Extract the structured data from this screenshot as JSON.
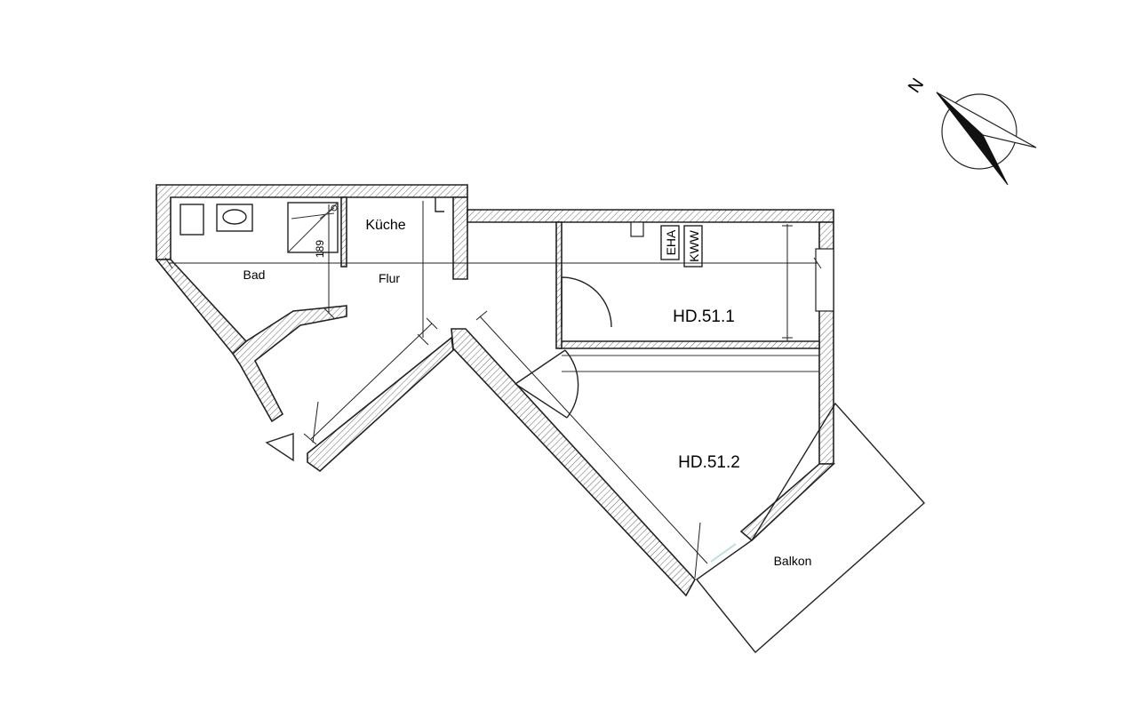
{
  "rooms": {
    "bad": "Bad",
    "kueche": "Küche",
    "flur": "Flur",
    "hd511": "HD.51.1",
    "hd512": "HD.51.2",
    "balkon": "Balkon"
  },
  "dimension": "189",
  "meters": {
    "eha": "EHA",
    "kww": "KWW"
  },
  "compass": "N"
}
